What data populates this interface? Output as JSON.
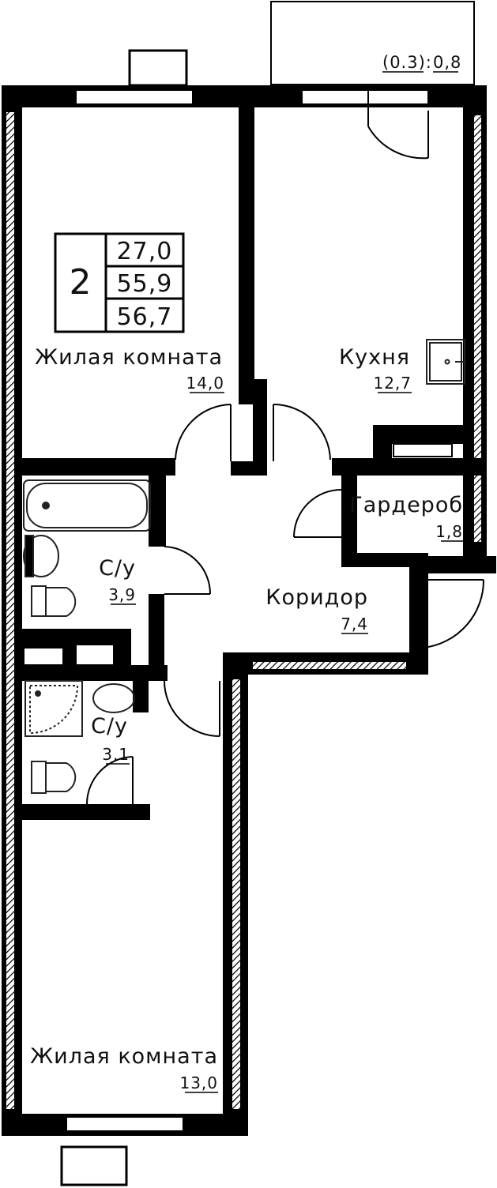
{
  "plan": {
    "rooms_count": "2",
    "summary": {
      "living_area": "27,0",
      "total_area": "55,9",
      "total_with_balcony": "56,7"
    },
    "balcony": {
      "coef": "(0.3):",
      "area": "0,8"
    },
    "rooms": [
      {
        "id": "living-room-1",
        "name": "Жилая комната",
        "area": "14,0"
      },
      {
        "id": "kitchen",
        "name": "Кухня",
        "area": "12,7"
      },
      {
        "id": "wardrobe",
        "name": "Гардероб",
        "area": "1,8"
      },
      {
        "id": "bathroom-1",
        "name": "С/у",
        "area": "3,9"
      },
      {
        "id": "corridor",
        "name": "Коридор",
        "area": "7,4"
      },
      {
        "id": "bathroom-2",
        "name": "С/у",
        "area": "3,1"
      },
      {
        "id": "living-room-2",
        "name": "Жилая комната",
        "area": "13,0"
      }
    ]
  },
  "colors": {
    "wall": "#000000",
    "background": "#ffffff",
    "fixture": "#222222"
  }
}
